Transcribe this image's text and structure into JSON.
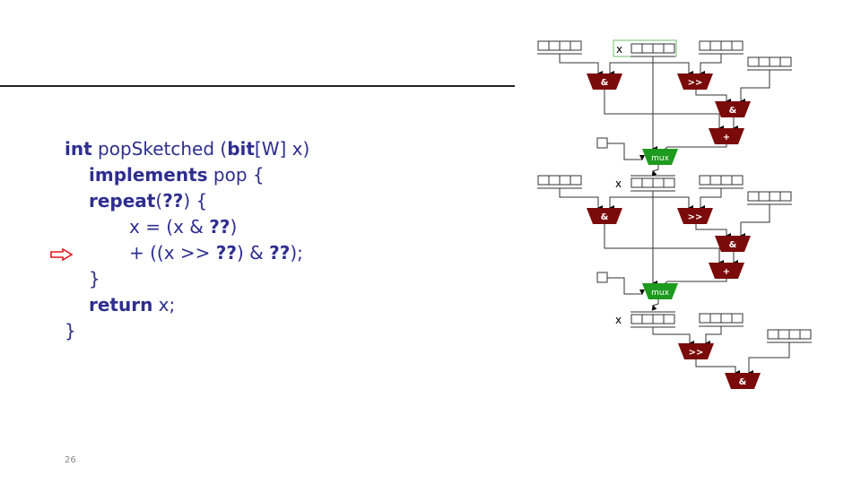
{
  "slide": {
    "page_number": "26"
  },
  "code": {
    "line1": {
      "kw": "int",
      "rest": " popSketched (",
      "kw2": "bit",
      "rest2": "[W] x)"
    },
    "line2": {
      "kw": "implements",
      "rest": " pop {"
    },
    "line3": {
      "kw": "repeat",
      "p1": "(",
      "hole": "??",
      "p2": ") {"
    },
    "line4": {
      "pre": "x = (x & ",
      "hole": "??",
      "post": ")"
    },
    "line5": {
      "pre": "+ ((x >> ",
      "hole1": "??",
      "mid": ") & ",
      "hole2": "??",
      "post": ");"
    },
    "line6": {
      "text": "}"
    },
    "line7": {
      "kw": "return",
      "rest": " x;"
    },
    "line8": {
      "text": "}"
    },
    "arrow_icon": "red-hollow-right-arrow",
    "arrow_color": "#e8161b"
  },
  "diagram": {
    "gate_color": "#7b0a0a",
    "mux_color": "#1e9a1e",
    "x_label": "x",
    "and_label": "&",
    "shr_label": ">>",
    "add_label": "+",
    "mux_label": "mux"
  }
}
